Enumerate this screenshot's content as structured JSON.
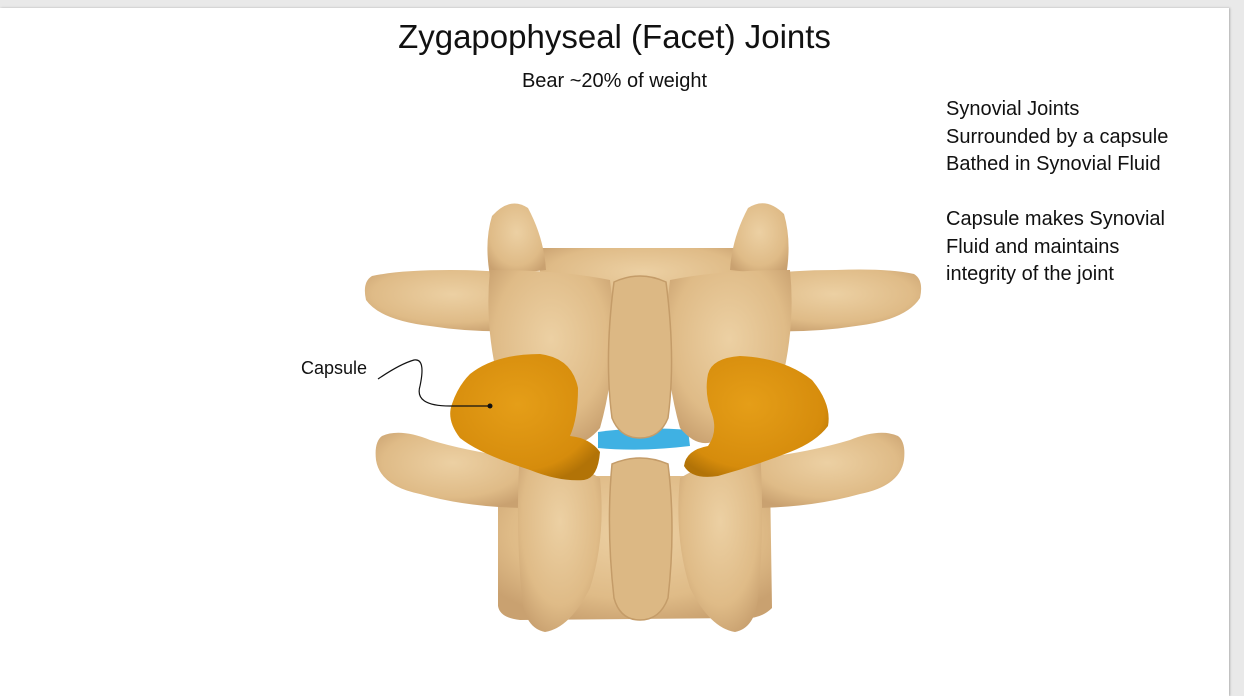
{
  "slide": {
    "title": "Zygapophyseal (Facet) Joints",
    "subtitle": "Bear ~20% of weight"
  },
  "notes": {
    "group1": [
      "Synovial Joints",
      "Surrounded by a capsule",
      "Bathed in Synovial Fluid"
    ],
    "group2": [
      "Capsule makes Synovial",
      "Fluid and maintains",
      "integrity of the joint"
    ]
  },
  "figure": {
    "callout_label": "Capsule",
    "colors": {
      "bone": "#e2c08f",
      "bone_shadow": "#c9a473",
      "capsule": "#dd940f",
      "capsule_shadow": "#b97a0a",
      "disc": "#3fb1e3"
    }
  }
}
